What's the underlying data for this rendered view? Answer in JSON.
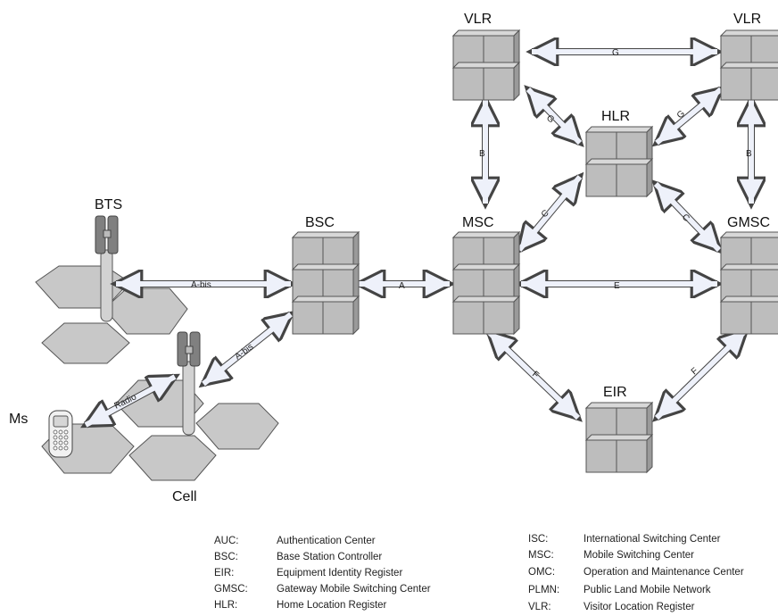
{
  "nodes": {
    "vlr_left": "VLR",
    "vlr_right": "VLR",
    "hlr": "HLR",
    "bts": "BTS",
    "bsc": "BSC",
    "msc": "MSC",
    "gmsc": "GMSC",
    "eir": "EIR",
    "ms": "Ms",
    "cell": "Cell"
  },
  "links": {
    "vlr_vlr": "G",
    "vlr_hlr_left": "G",
    "vlr_hlr_right": "G",
    "vlr_msc": "B",
    "vlr_gmsc": "B",
    "msc_hlr": "C",
    "hlr_gmsc": "C",
    "msc_gmsc": "E",
    "bsc_msc": "A",
    "bts_bsc": "A-bis",
    "bts2_bsc": "A-bis",
    "radio": "Radio",
    "msc_eir": "F",
    "gmsc_eir": "F"
  },
  "legend": {
    "left": [
      {
        "abbr": "AUC:",
        "desc": "Authentication Center"
      },
      {
        "abbr": "BSC:",
        "desc": "Base Station Controller"
      },
      {
        "abbr": "EIR:",
        "desc": "Equipment Identity Register"
      },
      {
        "abbr": "GMSC:",
        "desc": "Gateway Mobile Switching Center"
      },
      {
        "abbr": "HLR:",
        "desc": "Home Location Register"
      }
    ],
    "right": [
      {
        "abbr": "ISC:",
        "desc": "International Switching Center"
      },
      {
        "abbr": "MSC:",
        "desc": "Mobile Switching Center"
      },
      {
        "abbr": "OMC:",
        "desc": "Operation and Maintenance Center"
      },
      {
        "abbr": "PLMN:",
        "desc": "Public Land Mobile Network"
      },
      {
        "abbr": "VLR:",
        "desc": "Visitor Location Register"
      }
    ]
  }
}
